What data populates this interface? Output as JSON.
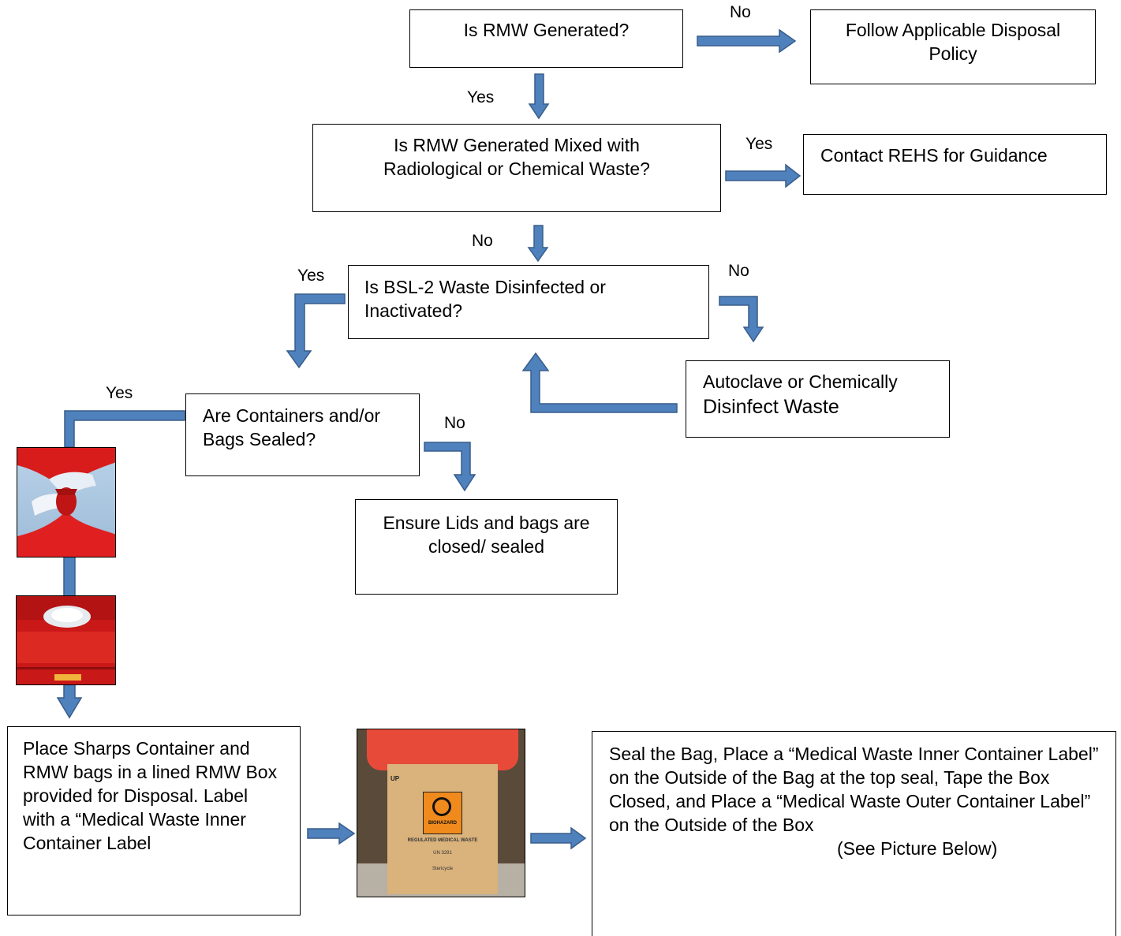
{
  "boxes": {
    "q1": "Is RMW Generated?",
    "follow": "Follow Applicable Disposal Policy",
    "q2": "Is RMW Generated Mixed with Radiological or Chemical Waste?",
    "contact": "Contact REHS for Guidance",
    "q3": "Is BSL-2 Waste Disinfected or Inactivated?",
    "autoclave_line1": "Autoclave or Chemically",
    "autoclave_line2": "Disinfect Waste",
    "q4": "Are Containers and/or Bags Sealed?",
    "ensure": "Ensure Lids and bags are closed/ sealed",
    "place": "Place Sharps Container and RMW bags in a lined RMW Box provided for Disposal. Label with a “Medical Waste Inner Container Label",
    "seal": "Seal the Bag, Place a “Medical Waste Inner Container Label” on the Outside of the Bag at the top seal, Tape the Box Closed, and Place a “Medical Waste Outer Container Label” on the Outside of the Box",
    "seal_note": "(See Picture Below)"
  },
  "labels": {
    "no1": "No",
    "yes1": "Yes",
    "yes2": "Yes",
    "no2": "No",
    "yes3": "Yes",
    "no3": "No",
    "yes4": "Yes",
    "no4": "No"
  },
  "photo_box": {
    "up": "UP",
    "biohazard": "BIOHAZARD",
    "rmw": "REGULATED MEDICAL WASTE",
    "un": "UN 3291",
    "brand": "Stericycle"
  },
  "colors": {
    "arrow_fill": "#4f81bd",
    "arrow_stroke": "#385d8a"
  }
}
